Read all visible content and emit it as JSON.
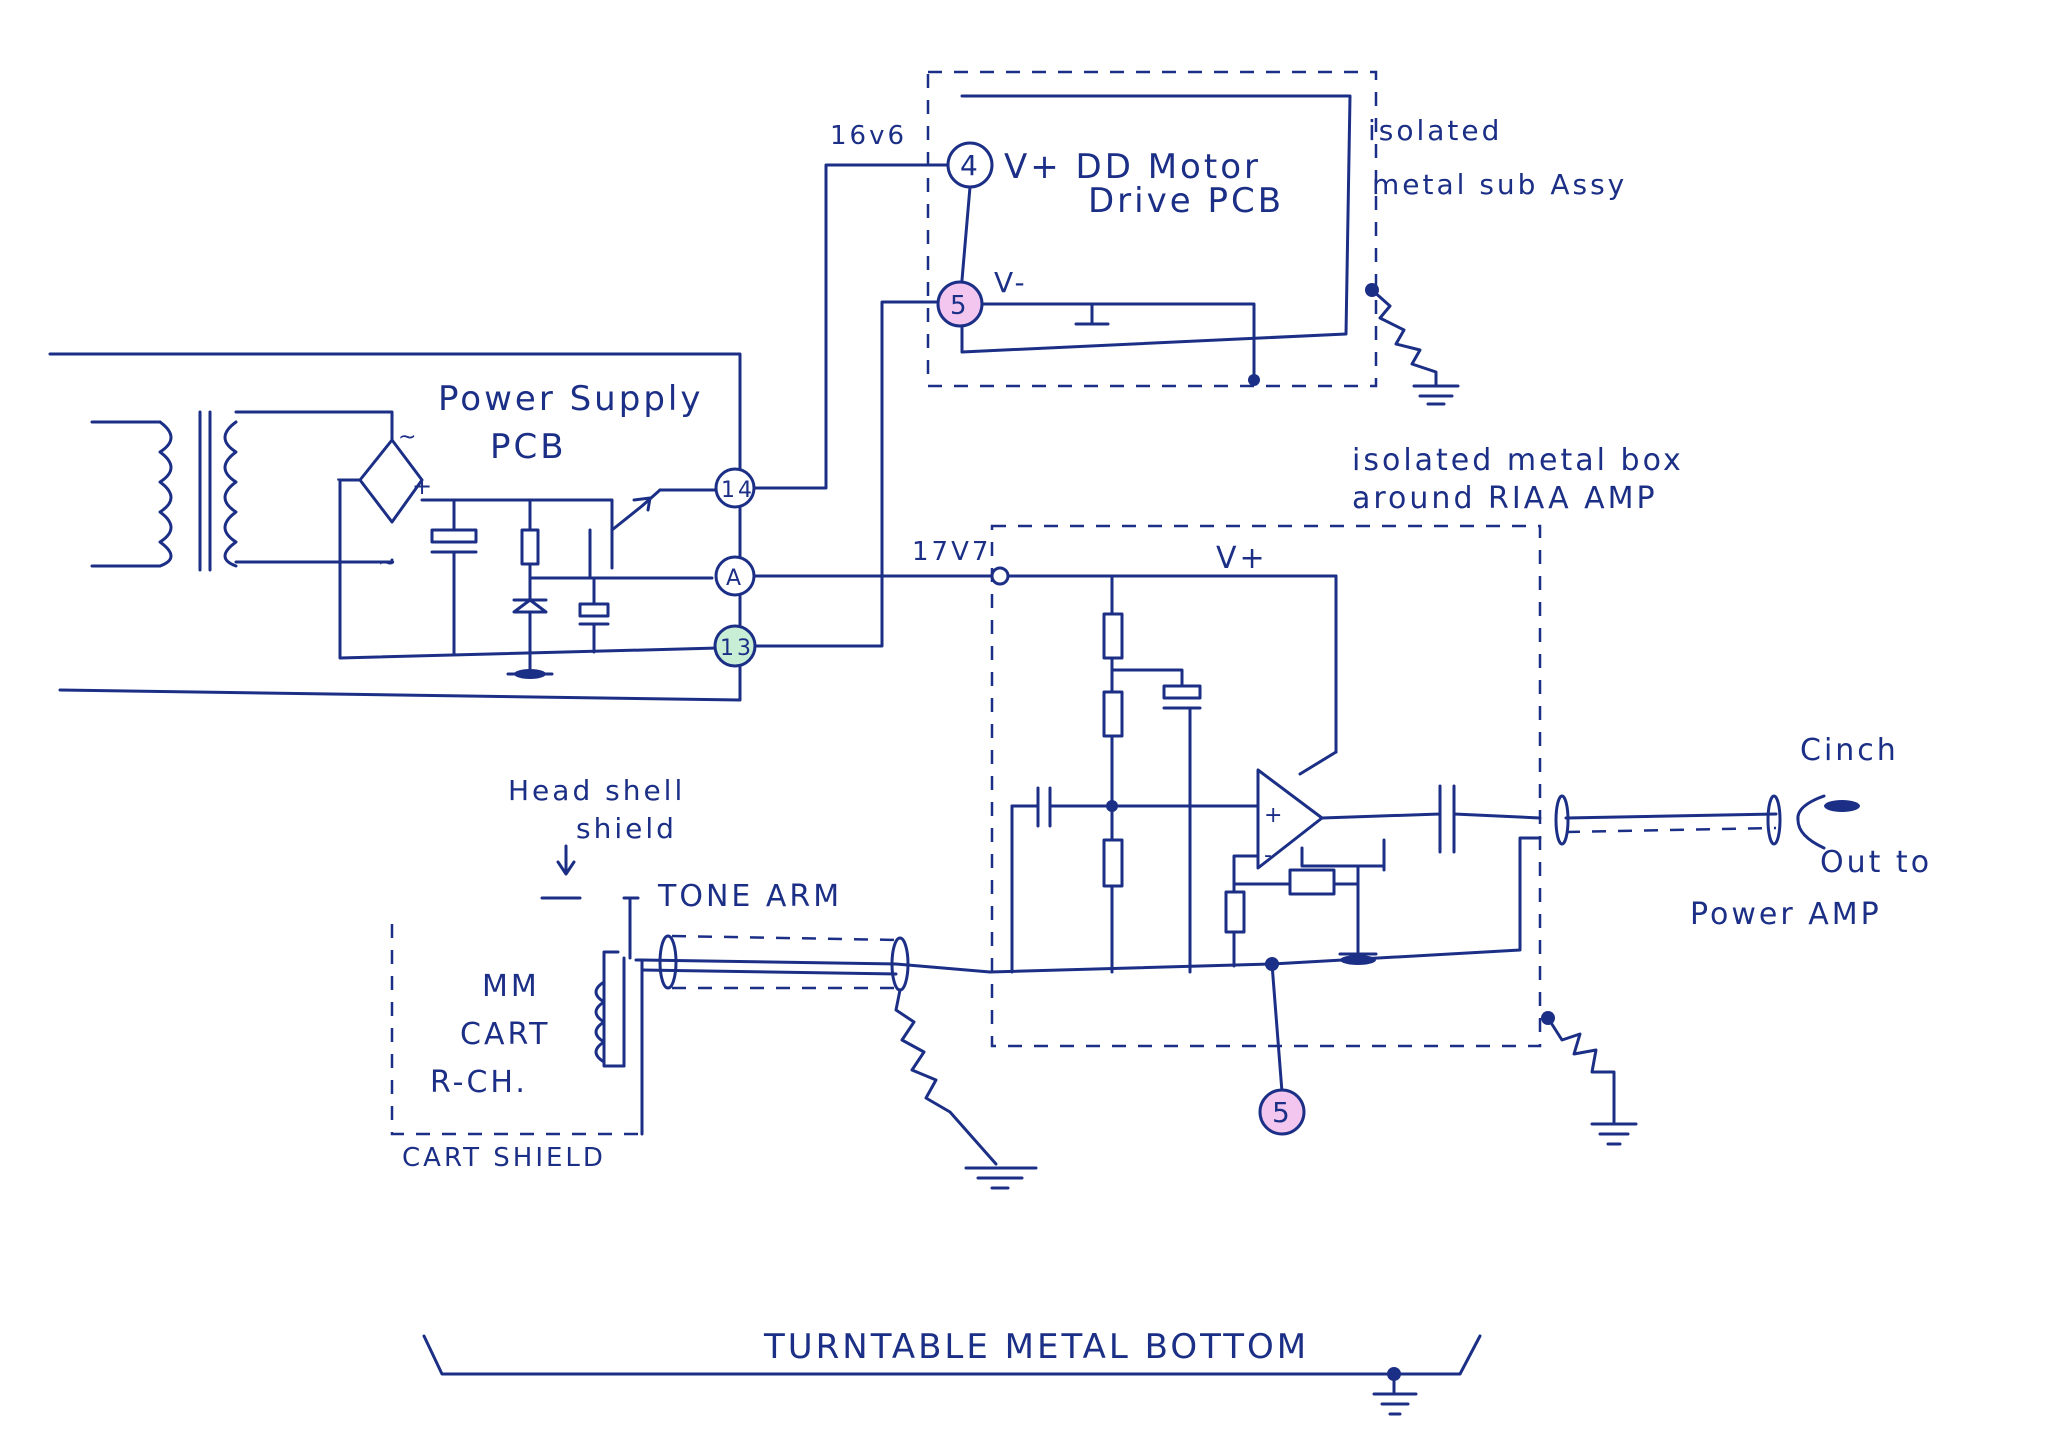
{
  "labels": {
    "dd_v_plus": "V+ DD Motor",
    "drive_pcb": "Drive PCB",
    "isolated_sub_1": "isolated",
    "isolated_sub_2": "metal sub Assy",
    "v_minus": "V-",
    "volt_16v6": "16v6",
    "power_supply": "Power Supply",
    "pcb": "PCB",
    "volt_17v7": "17V7",
    "riaa_box_1": "isolated metal box",
    "riaa_box_2": "around RIAA AMP",
    "v_plus": "V+",
    "cinch": "Cinch",
    "out_to": "Out to",
    "power_amp": "Power AMP",
    "head_shell_1": "Head shell",
    "head_shell_2": "shield",
    "tone_arm": "TONE ARM",
    "mm": "MM",
    "cart": "CART",
    "r_ch": "R-CH.",
    "cart_shield": "CART SHIELD",
    "bottom": "TURNTABLE METAL BOTTOM",
    "tilde1": "~",
    "tilde2": "~",
    "minus": "-",
    "plus": "+",
    "opamp_plus": "+",
    "opamp_minus": "-"
  },
  "nodes": {
    "n4": "4",
    "n5_top": "5",
    "n14": "14",
    "nA": "A",
    "n13": "13",
    "n5_bottom": "5"
  },
  "colors": {
    "ink": "#1c2f86",
    "pink_node": "#f2c6ee",
    "green_node": "#c8efd6",
    "paper": "#ffffff"
  }
}
